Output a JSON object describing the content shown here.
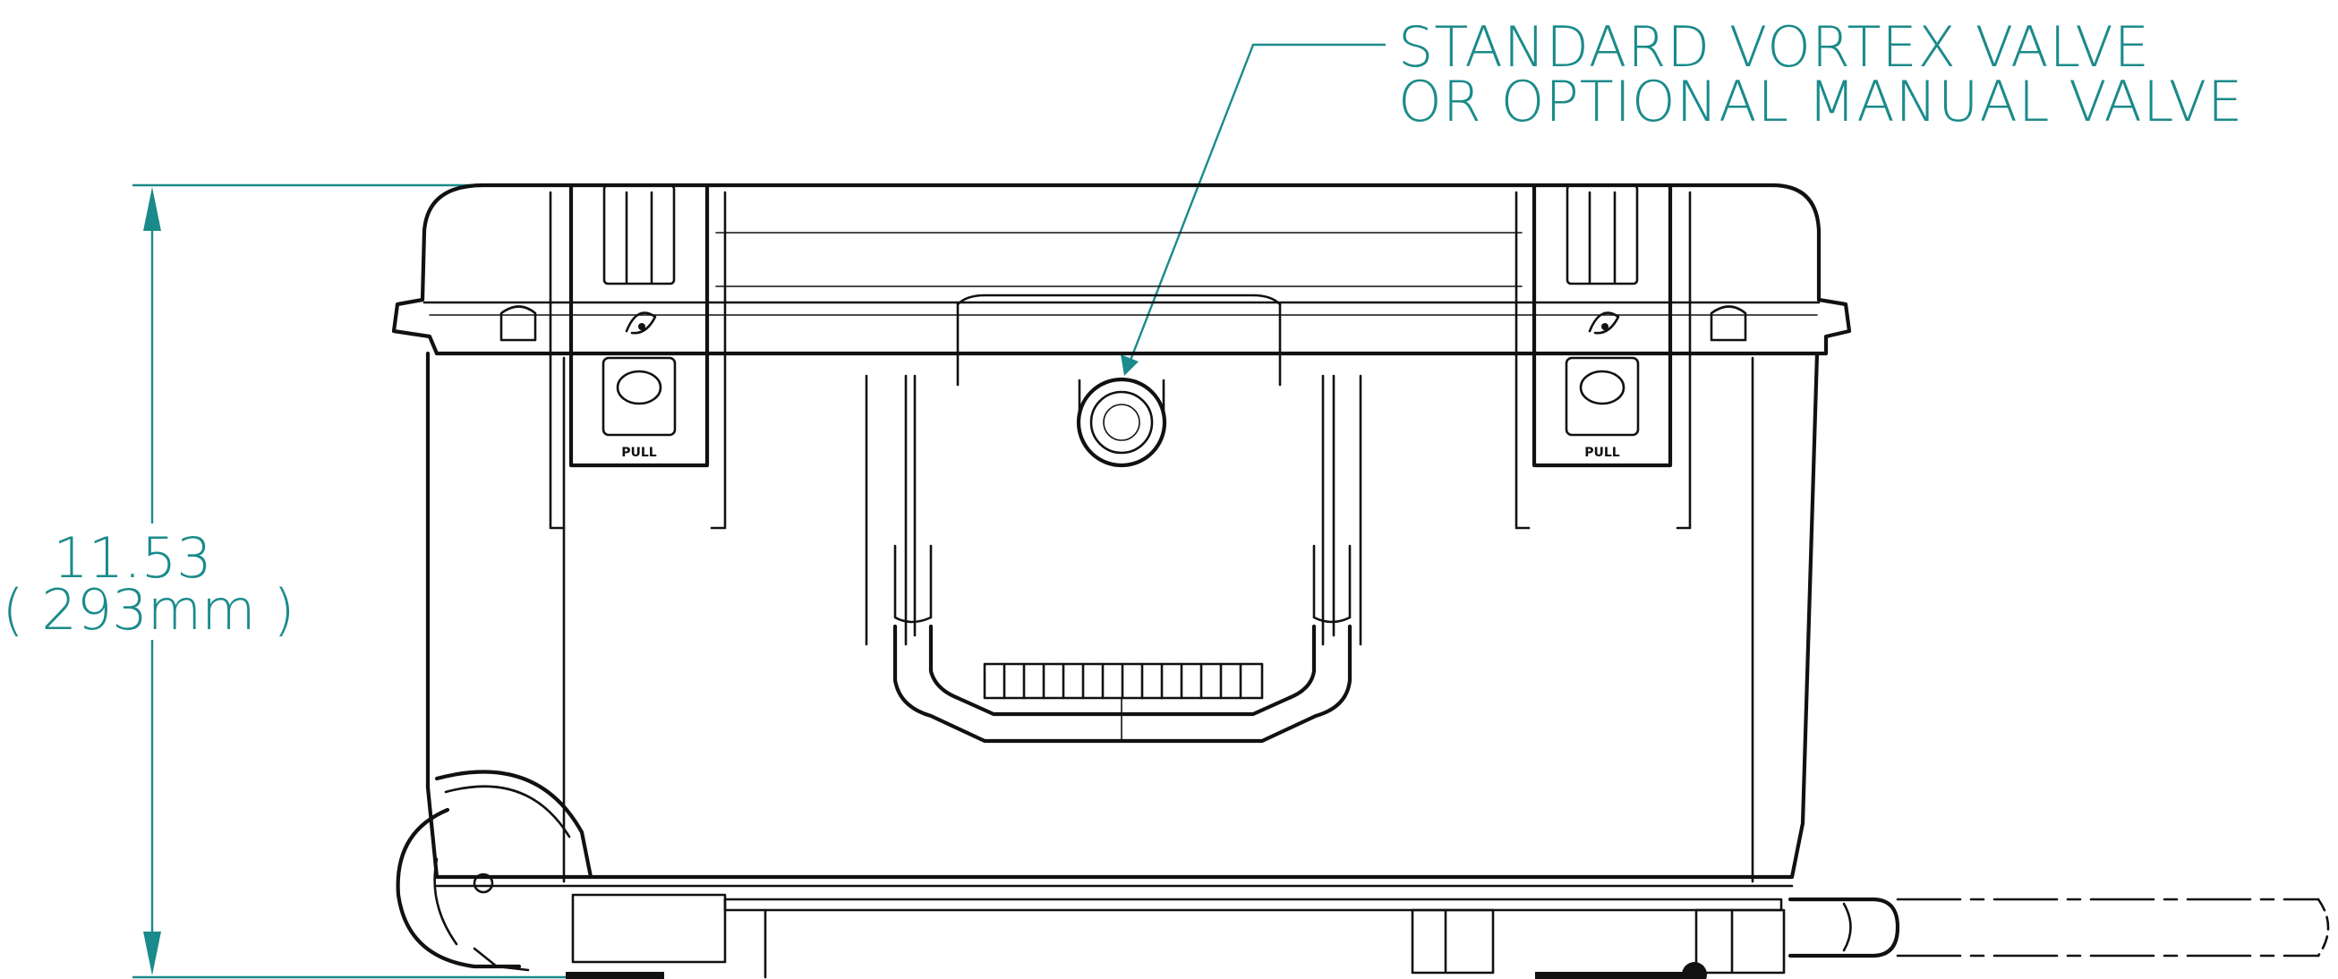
{
  "drawing": {
    "subject": "case-front-view",
    "colors": {
      "annotation": "#1b8a8a",
      "linework": "#111111",
      "background": "#ffffff"
    }
  },
  "height_dimension": {
    "value_in": "11.53",
    "value_mm": "( 293mm )"
  },
  "valve_callout": {
    "line1": "STANDARD VORTEX VALVE",
    "line2": "OR OPTIONAL MANUAL VALVE"
  },
  "latch_label": {
    "text": "PULL"
  }
}
